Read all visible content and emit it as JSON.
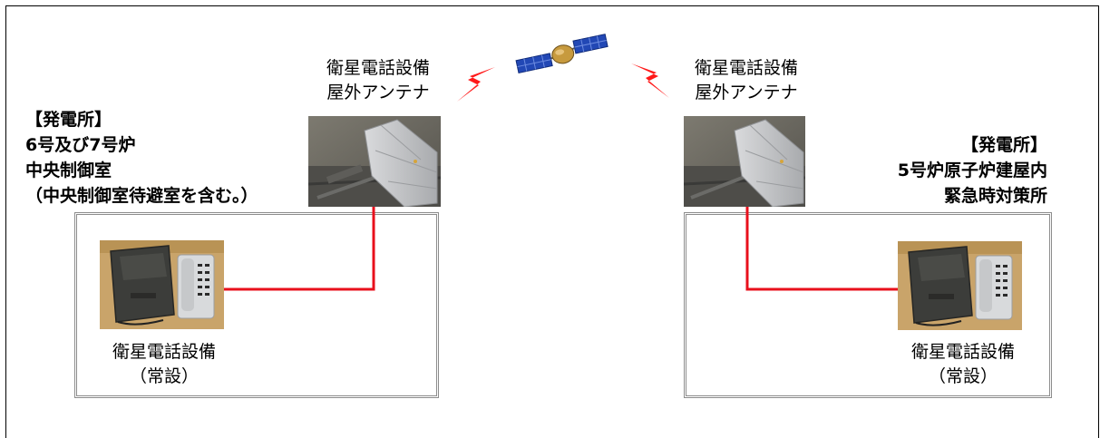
{
  "left_site": {
    "header_lines": [
      "【発電所】",
      "6号及び7号炉",
      "中央制御室",
      "（中央制御室待避室を含む。）"
    ]
  },
  "right_site": {
    "header_lines": [
      "【発電所】",
      "5号炉原子炉建屋内",
      "緊急時対策所"
    ]
  },
  "antenna_left": {
    "label_lines": [
      "衛星電話設備",
      "屋外アンテナ"
    ],
    "icon": "outdoor-antenna-icon"
  },
  "antenna_right": {
    "label_lines": [
      "衛星電話設備",
      "屋外アンテナ"
    ],
    "icon": "outdoor-antenna-icon"
  },
  "phone_left": {
    "label_lines": [
      "衛星電話設備",
      "（常設）"
    ],
    "icon": "satellite-phone-icon"
  },
  "phone_right": {
    "label_lines": [
      "衛星電話設備",
      "（常設）"
    ],
    "icon": "satellite-phone-icon"
  },
  "satellite": {
    "icon": "satellite-icon"
  },
  "signals": {
    "icon": "lightning-signal-icon"
  },
  "colors": {
    "connection_line": "#e8101c",
    "room_border": "#8c8c8c",
    "signal": "#ff1a1a"
  }
}
